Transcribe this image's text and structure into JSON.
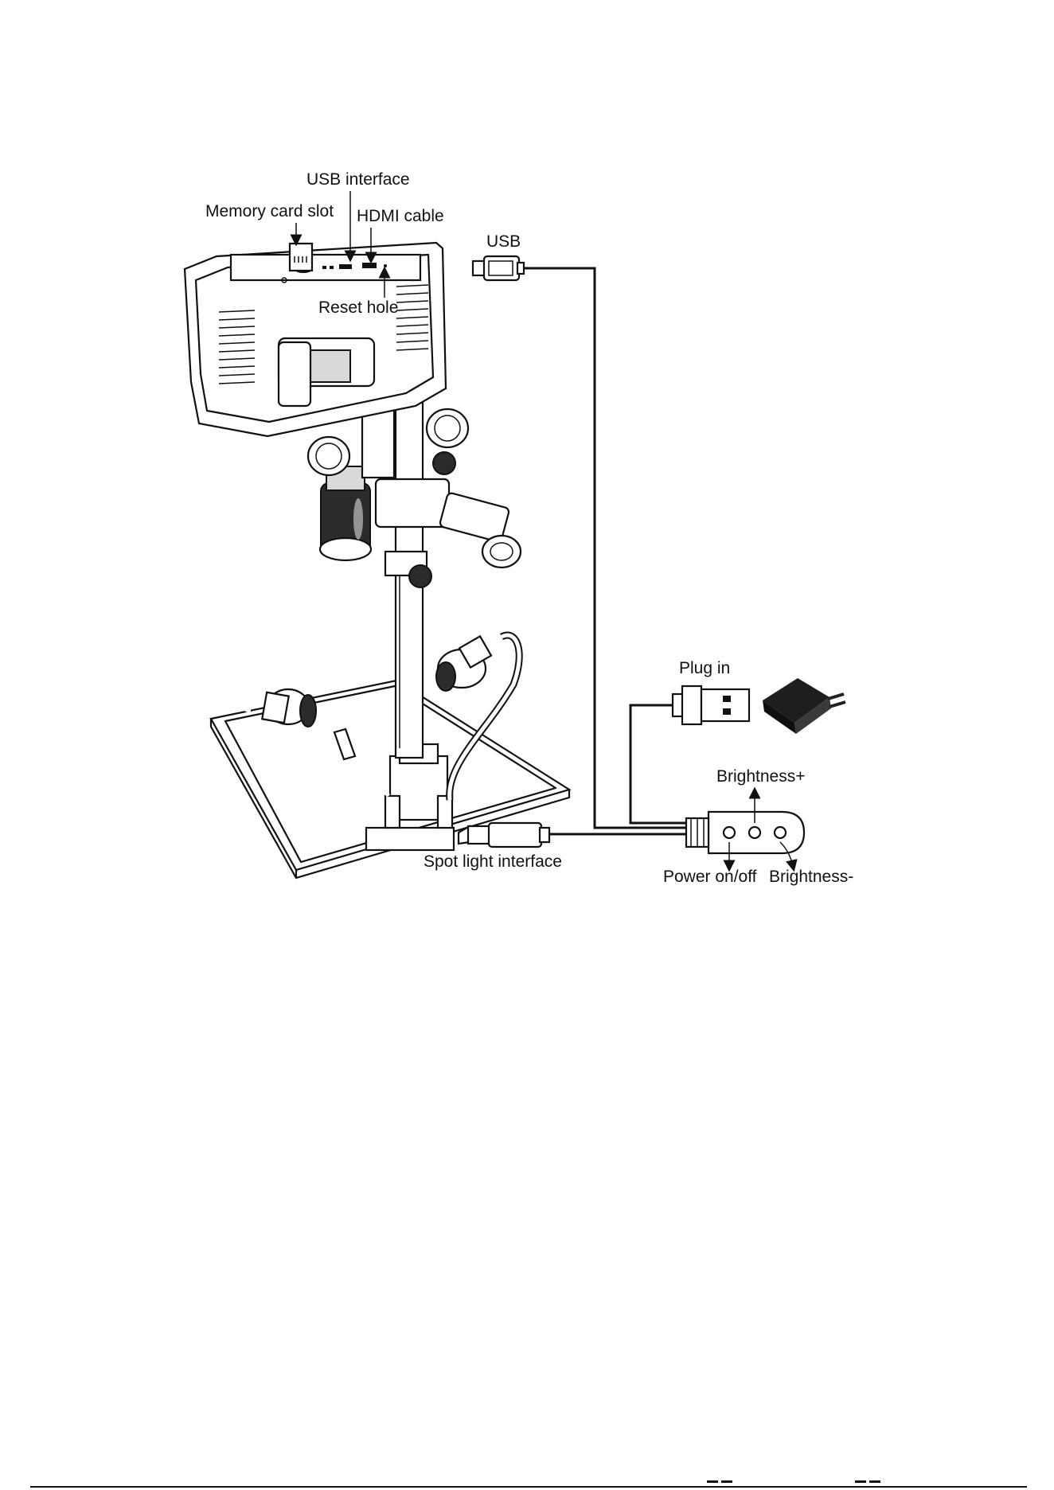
{
  "labels": {
    "usb_interface": "USB interface",
    "memory_card_slot": "Memory card slot",
    "hdmi_cable": "HDMI cable",
    "usb": "USB",
    "reset_hole": "Reset hole",
    "plug_in": "Plug in",
    "brightness_plus": "Brightness+",
    "spot_light_interface": "Spot light interface",
    "power_on_off": "Power on/off",
    "brightness_minus": "Brightness-"
  }
}
